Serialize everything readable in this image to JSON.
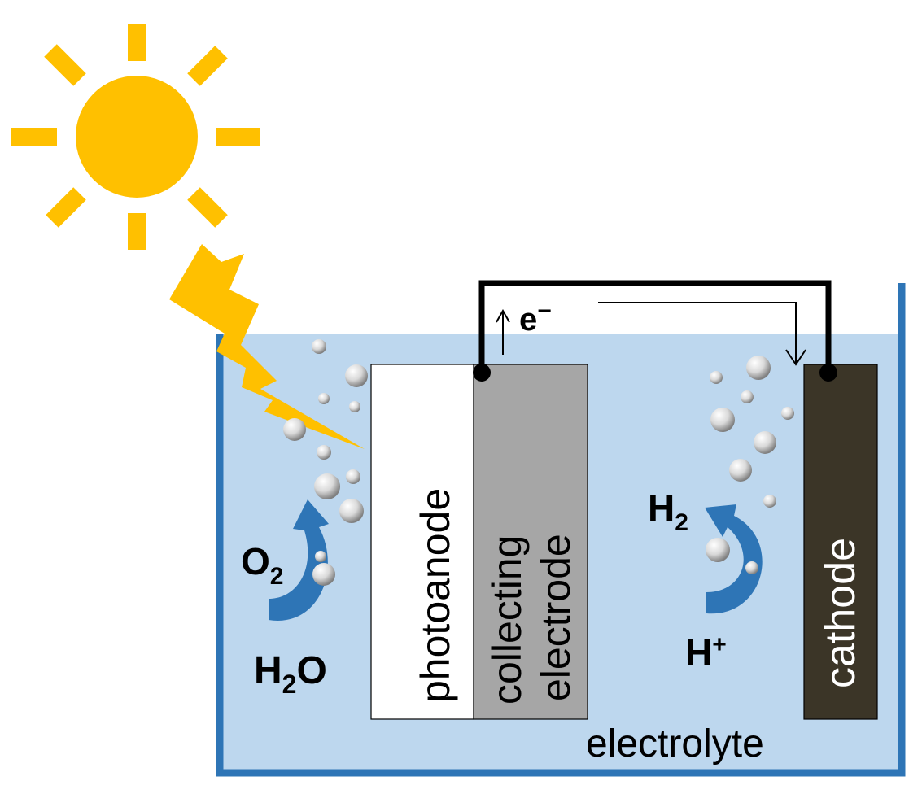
{
  "labels": {
    "photoanode": "photoanode",
    "collecting_line1": "collecting",
    "collecting_line2": "electrode",
    "cathode": "cathode",
    "electrolyte": "electrolyte",
    "electron": "e",
    "electron_charge": "−",
    "o2_main": "O",
    "o2_sub": "2",
    "h2o_h": "H",
    "h2o_sub": "2",
    "h2o_o": "O",
    "h2_main": "H",
    "h2_sub": "2",
    "hplus_main": "H",
    "hplus_sup": "+"
  },
  "colors": {
    "sun": "#FFC000",
    "electrolyte": "#BDD7EE",
    "tank": "#2E75B6",
    "arrow": "#2E75B6",
    "photoanode": "#FFFFFF",
    "collecting_electrode": "#A6A6A6",
    "cathode": "#3B3527",
    "wire": "#000000"
  },
  "icons": {
    "sun": "sun-icon",
    "lightning": "lightning-bolt-icon",
    "bubble": "gas-bubble-icon",
    "curved_arrow": "curved-arrow-icon"
  }
}
